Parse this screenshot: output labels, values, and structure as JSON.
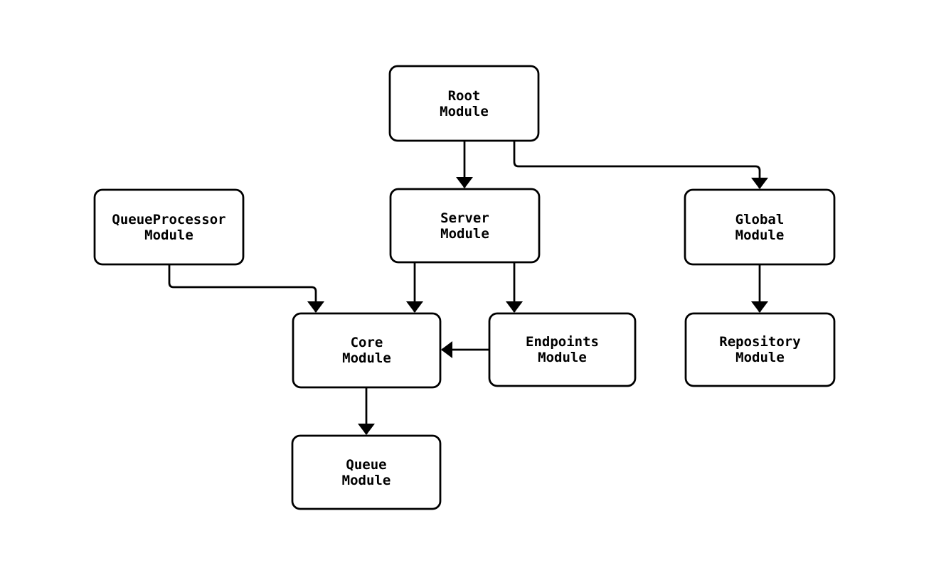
{
  "diagram": {
    "kind": "module-dependency-graph",
    "colors": {
      "background": "#ffffff",
      "node_fill": "#ffffff",
      "stroke": "#000000",
      "text": "#000000"
    },
    "nodes": [
      {
        "id": "root",
        "lines": [
          "Root",
          "Module"
        ]
      },
      {
        "id": "queueprocessor",
        "lines": [
          "QueueProcessor",
          "Module"
        ]
      },
      {
        "id": "server",
        "lines": [
          "Server",
          "Module"
        ]
      },
      {
        "id": "global",
        "lines": [
          "Global",
          "Module"
        ]
      },
      {
        "id": "core",
        "lines": [
          "Core",
          "Module"
        ]
      },
      {
        "id": "endpoints",
        "lines": [
          "Endpoints",
          "Module"
        ]
      },
      {
        "id": "repository",
        "lines": [
          "Repository",
          "Module"
        ]
      },
      {
        "id": "queue",
        "lines": [
          "Queue",
          "Module"
        ]
      }
    ],
    "edges": [
      {
        "from": "root",
        "to": "server"
      },
      {
        "from": "root",
        "to": "global"
      },
      {
        "from": "queueprocessor",
        "to": "core"
      },
      {
        "from": "server",
        "to": "core"
      },
      {
        "from": "server",
        "to": "endpoints"
      },
      {
        "from": "endpoints",
        "to": "core"
      },
      {
        "from": "global",
        "to": "repository"
      },
      {
        "from": "core",
        "to": "queue"
      }
    ]
  }
}
